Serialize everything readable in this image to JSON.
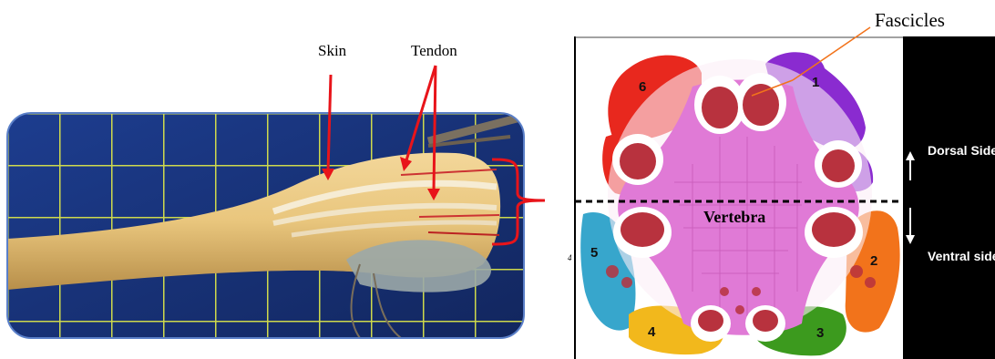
{
  "left_figure": {
    "labels": {
      "skin": "Skin",
      "tendon": "Tendon"
    }
  },
  "right_figure": {
    "labels": {
      "fascicles": "Fascicles",
      "vertebra": "Vertebra",
      "dorsal_side": "Dorsal Side",
      "ventral_side": "Ventral side",
      "stray_mark": "4"
    },
    "fascicle_numbers": [
      "1",
      "2",
      "3",
      "4",
      "5",
      "6"
    ],
    "colors": {
      "fascicle_1": "#8a2bd0",
      "fascicle_2": "#f2731b",
      "fascicle_3": "#3c9a1e",
      "fascicle_4": "#f2b81c",
      "fascicle_5": "#37a6cc",
      "fascicle_6": "#e8281e",
      "vertebra": "#e07ad6",
      "muscle": "#b8323e"
    }
  }
}
